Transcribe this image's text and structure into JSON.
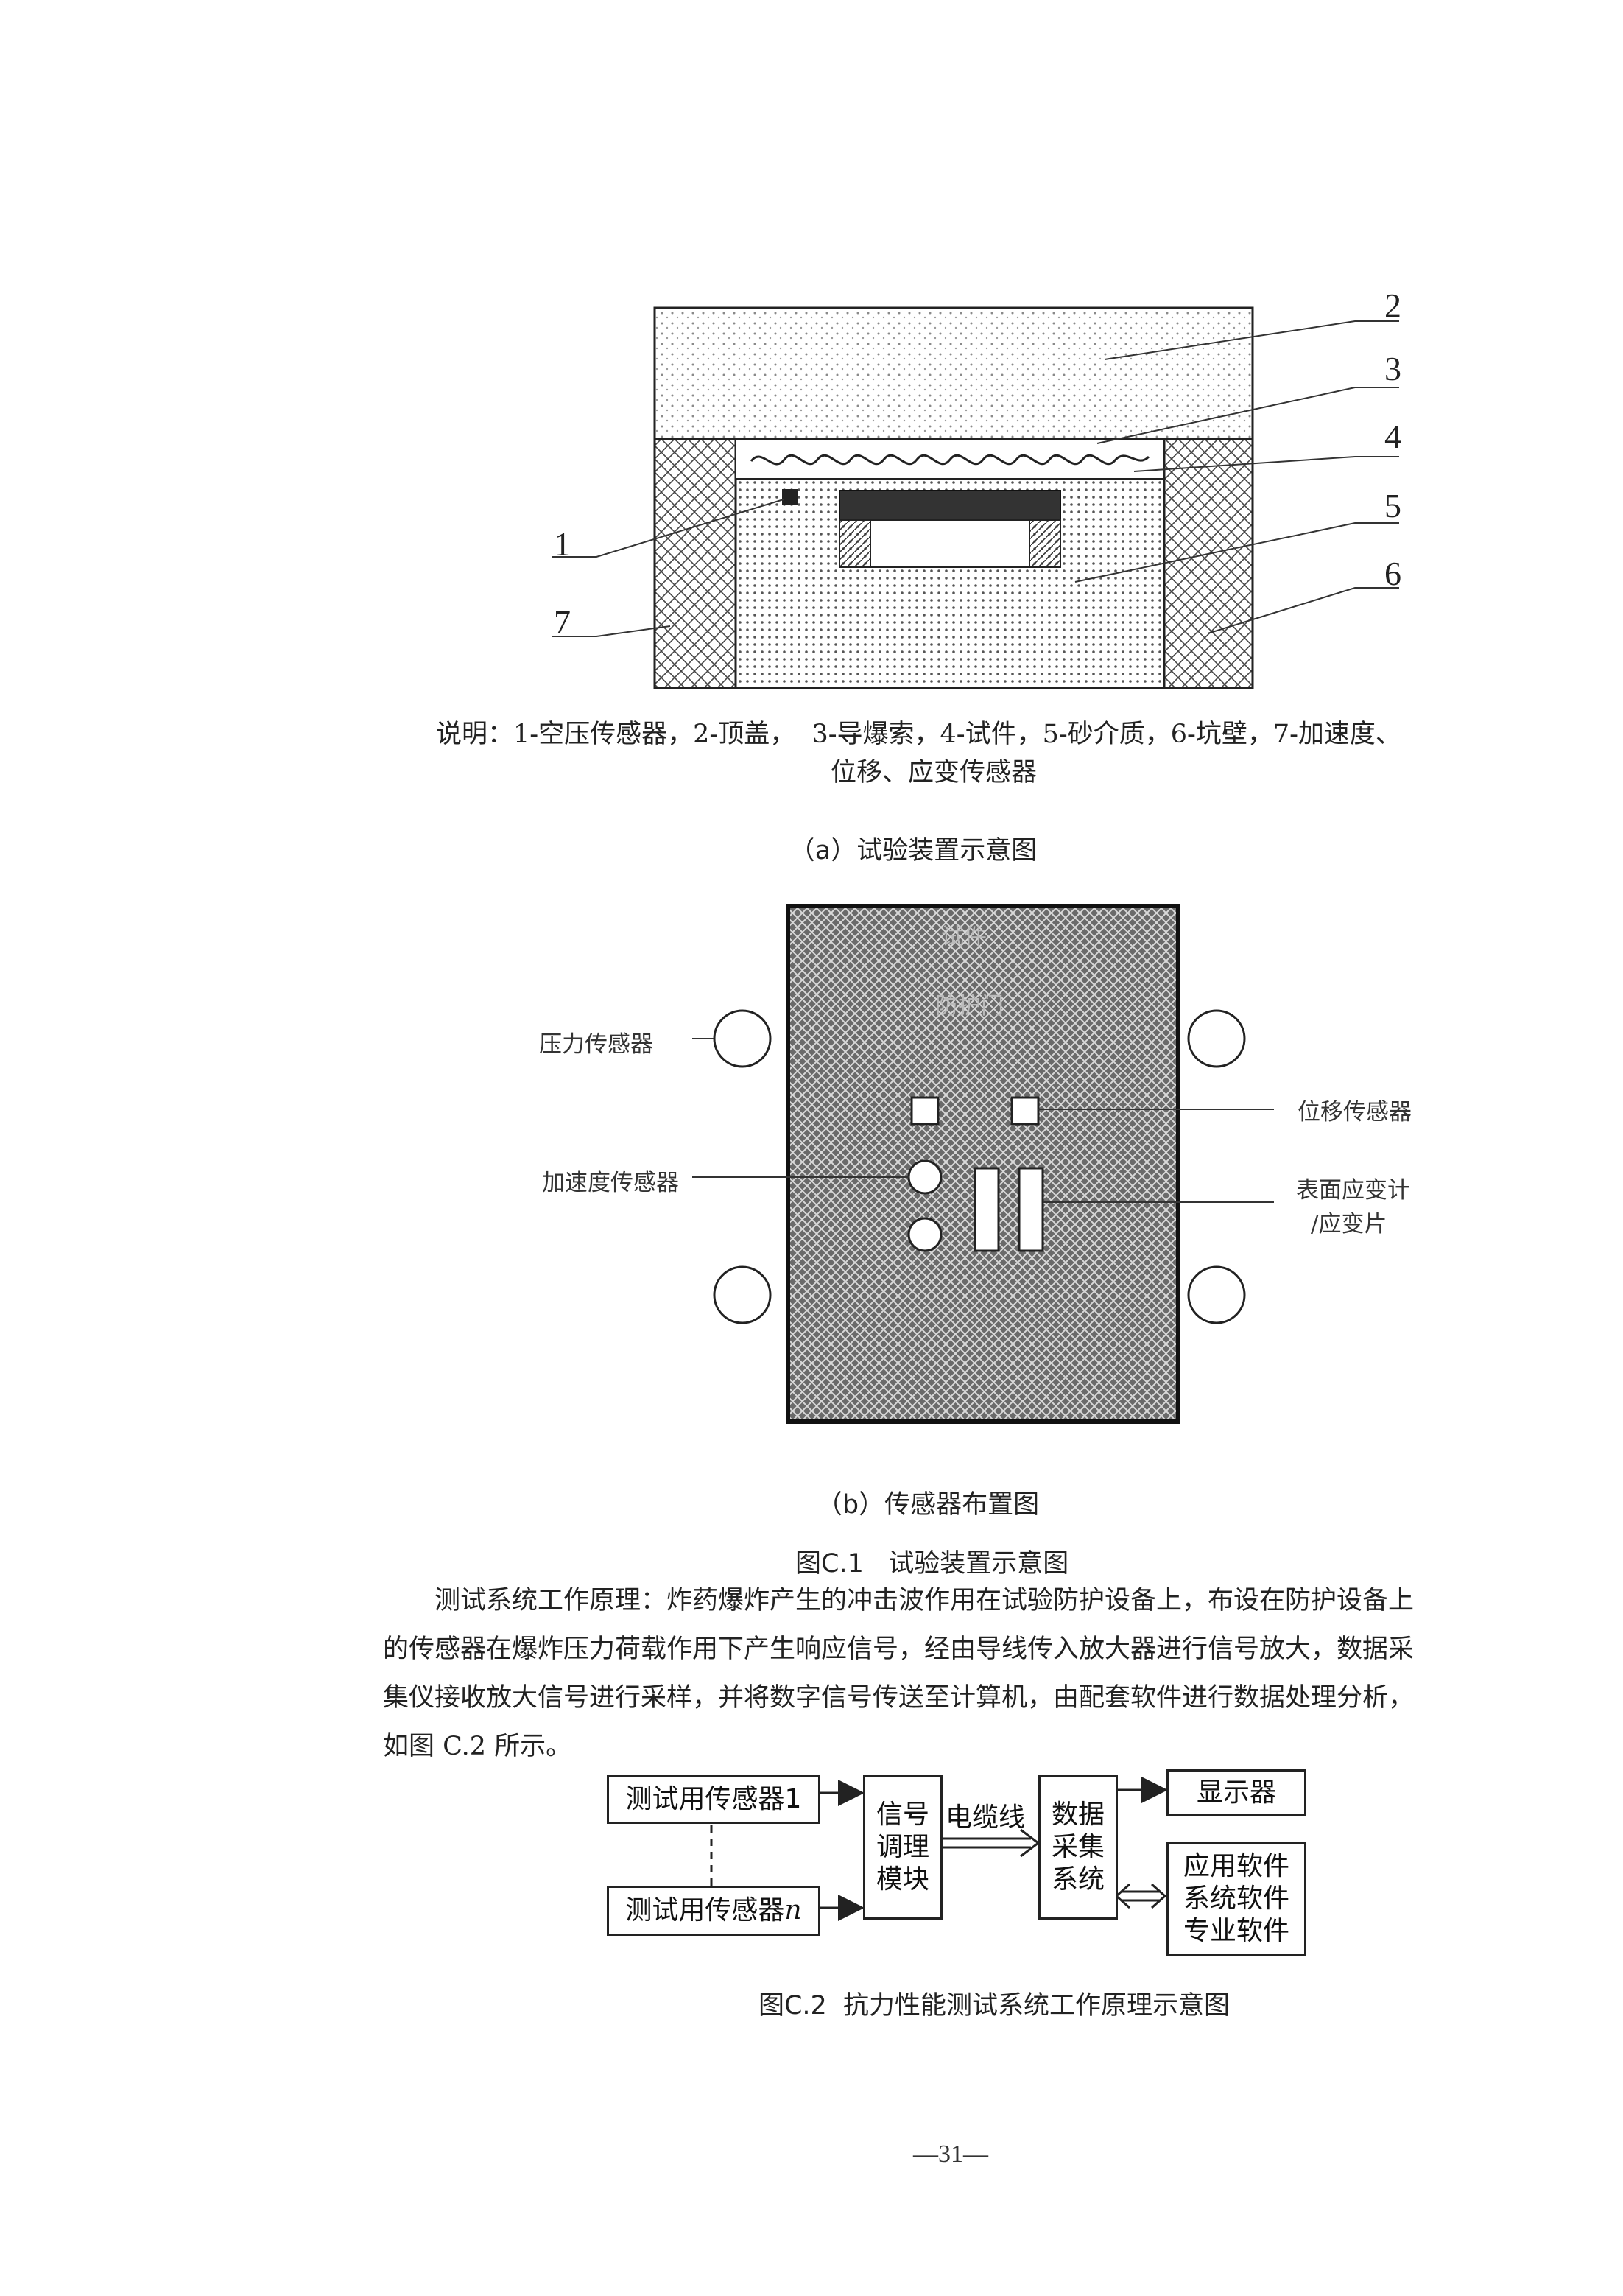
{
  "figure_a": {
    "callouts": [
      "1",
      "2",
      "3",
      "4",
      "5",
      "6",
      "7"
    ],
    "legend_line1": "说明：1-空压传感器，2-顶盖，  3-导爆索，4-试件，5-砂介质，6-坑壁，7-加速度、",
    "legend_line2": "位移、应变传感器",
    "caption": "（a）试验装置示意图"
  },
  "figure_b": {
    "inner_label_1": "试件",
    "inner_label_2": "防护门",
    "labels": {
      "pressure": "压力传感器",
      "displacement": "位移传感器",
      "acceleration": "加速度传感器",
      "strain_line1": "表面应变计",
      "strain_line2": "/应变片"
    },
    "caption": "（b）传感器布置图"
  },
  "figure_c1_caption": "图C.1   试验装置示意图",
  "paragraph": {
    "line1": "测试系统工作原理：炸药爆炸产生的冲击波作用在试验防护设备上，布设在防护设备上",
    "line2": "的传感器在爆炸压力荷载作用下产生响应信号，经由导线传入放大器进行信号放大，数据采",
    "line3": "集仪接收放大信号进行采样，并将数字信号传送至计算机，由配套软件进行数据处理分析，",
    "line4": "如图 C.2 所示。"
  },
  "flowchart": {
    "sensor1": "测试用传感器1",
    "sensorn": "测试用传感器n",
    "module": [
      "信号",
      "调理",
      "模块"
    ],
    "cable": "电缆线",
    "daq": [
      "数据",
      "采集",
      "系统"
    ],
    "display": "显示器",
    "software": [
      "应用软件",
      "系统软件",
      "专业软件"
    ]
  },
  "figure_c2_caption": "图C.2  抗力性能测试系统工作原理示意图",
  "page_number": "—31—",
  "colors": {
    "ink": "#222222",
    "hatch": "#555555",
    "pit_dark": "#3a3a3a"
  }
}
